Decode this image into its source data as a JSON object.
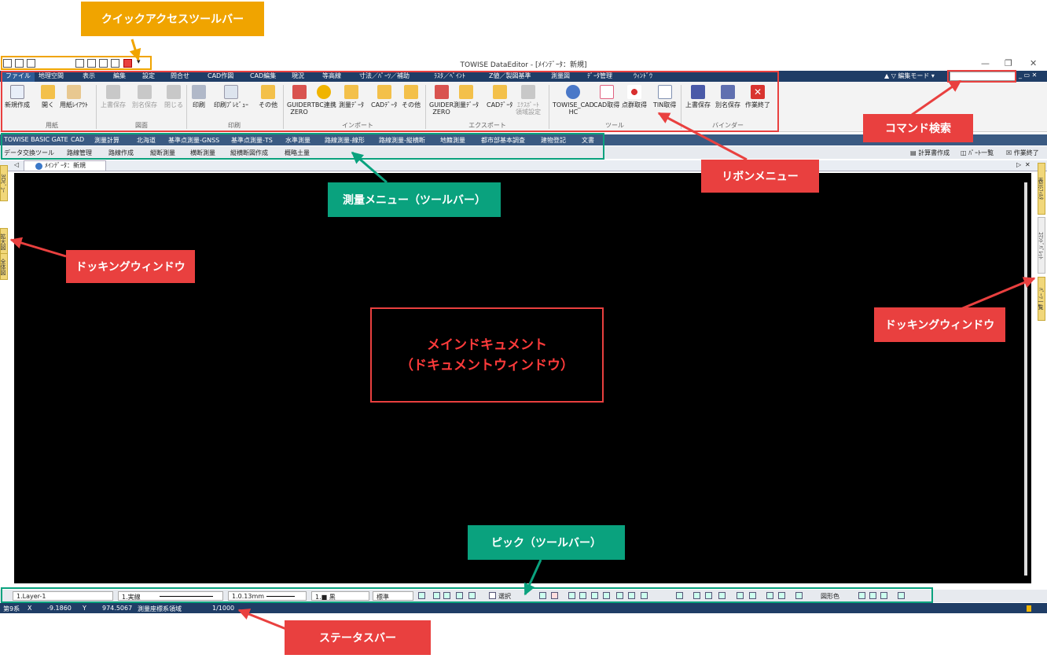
{
  "window": {
    "title": "TOWISE DataEditor - [ﾒｲﾝﾃﾞｰﾀ：新規]",
    "minimize": "—",
    "restore": "❐",
    "close": "✕"
  },
  "menu_tabs": [
    "ファイル",
    "地理空間",
    "表示",
    "編集",
    "設定",
    "問合せ",
    "CAD作図",
    "CAD編集",
    "現況",
    "等高線",
    "寸法／ﾊﾟｰﾂ／補助",
    "ﾗｽﾀ／ﾍﾟｲﾝﾄ",
    "Z値／製図基準",
    "測量図",
    "ﾃﾞｰﾀ管理",
    "ｳｨﾝﾄﾞｳ"
  ],
  "edit_mode": "▲  ▽  編集モード ▾",
  "ribbon": {
    "buttons": [
      {
        "label": "新規作成",
        "color": "#e8eef8",
        "disabled": false
      },
      {
        "label": "開く",
        "color": "#f3c04a",
        "disabled": false
      },
      {
        "label": "用紙ﾚｲｱｳﾄ",
        "color": "#e8c890",
        "disabled": false
      },
      {
        "label": "上書保存",
        "color": "#c8c8c8",
        "disabled": true
      },
      {
        "label": "別名保存",
        "color": "#c8c8c8",
        "disabled": true
      },
      {
        "label": "閉じる",
        "color": "#c8c8c8",
        "disabled": true
      },
      {
        "label": "印刷",
        "color": "#b0b8c8",
        "disabled": false
      },
      {
        "label": "印刷ﾌﾟﾚﾋﾞｭｰ",
        "color": "#dde4ee",
        "disabled": false
      },
      {
        "label": "その他",
        "color": "#f3c04a",
        "disabled": false
      },
      {
        "label": "GUIDER\nZERO",
        "color": "#d9534f",
        "disabled": false
      },
      {
        "label": "TBC連携",
        "color": "#f0b400",
        "disabled": false
      },
      {
        "label": "測量ﾃﾞｰﾀ",
        "color": "#f3c04a",
        "disabled": false
      },
      {
        "label": "CADﾃﾞｰﾀ",
        "color": "#f3c04a",
        "disabled": false
      },
      {
        "label": "その他",
        "color": "#f3c04a",
        "disabled": false
      },
      {
        "label": "GUIDER\nZERO",
        "color": "#d9534f",
        "disabled": false
      },
      {
        "label": "測量ﾃﾞｰﾀ",
        "color": "#f3c04a",
        "disabled": false
      },
      {
        "label": "CADﾃﾞｰﾀ",
        "color": "#f3c04a",
        "disabled": false
      },
      {
        "label": "ｴｸｽﾎﾟｰﾄ\n領域設定",
        "color": "#c8c8c8",
        "disabled": true
      },
      {
        "label": "TOWISE_CAD\nHC",
        "color": "#4a78c8",
        "disabled": false
      },
      {
        "label": "CAD取得",
        "color": "#e06080",
        "disabled": false
      },
      {
        "label": "点群取得",
        "color": "#d93030",
        "disabled": false
      },
      {
        "label": "TIN取得",
        "color": "#8090b0",
        "disabled": false
      },
      {
        "label": "上書保存",
        "color": "#4a5aa8",
        "disabled": false
      },
      {
        "label": "別名保存",
        "color": "#6070b0",
        "disabled": false
      },
      {
        "label": "作業終了",
        "color": "#d9342f",
        "disabled": false
      }
    ],
    "groups": [
      "用紙",
      "図面",
      "印刷",
      "インポート",
      "エクスポート",
      "ツール",
      "バインダー"
    ]
  },
  "survey_menu": {
    "row1": [
      "TOWISE BASIC GATE",
      "CAD",
      "測量計算",
      "北海道",
      "基準点測量-GNSS",
      "基準点測量-TS",
      "水準測量",
      "路線測量-線形",
      "路線測量-縦横断",
      "地籍測量",
      "都市部基本調査",
      "建物登記",
      "文書"
    ],
    "row2": [
      "データ交換ツール",
      "路線管理",
      "路線作成",
      "縦断測量",
      "横断測量",
      "縦横断図作成",
      "概略土量"
    ],
    "right_items": [
      "計算書作成",
      "ﾊﾟｰﾄ一覧",
      "作業終了"
    ]
  },
  "document_tab": "ﾒｲﾝﾃﾞｰﾀ：新規",
  "left_dock": [
    "3Dﾋﾞｭｰ",
    "拡大図",
    "全体図"
  ],
  "right_dock": [
    "表示ﾌｨﾙﾀ",
    "ｺﾏﾝﾄﾞﾊﾟﾚｯﾄ",
    "ﾊﾟｰﾂ一覧"
  ],
  "pick_toolbar": {
    "layer": "1.Layer-1",
    "linetype": "1.実線",
    "linewidth": "1.0.13mm",
    "color": "1.■ 黒",
    "style": "標準",
    "select": "選択",
    "shape_color": "図形色"
  },
  "status_bar": {
    "system": "第9系",
    "x_label": "X",
    "x_value": "-9.1860",
    "y_label": "Y",
    "y_value": "974.5067",
    "mode": "測量座標系領域",
    "scale": "1/1000"
  },
  "annotations": {
    "qat": "クイックアクセスツールバー",
    "command_search": "コマンド検索",
    "ribbon_menu": "リボンメニュー",
    "survey_toolbar": "測量メニュー（ツールバー）",
    "docking_left": "ドッキングウィンドウ",
    "docking_right": "ドッキングウィンドウ",
    "main_doc_line1": "メインドキュメント",
    "main_doc_line2": "（ドキュメントウィンドウ）",
    "pick_toolbar": "ピック（ツールバー）",
    "status_bar": "ステータスバー"
  },
  "colors": {
    "annotation_red": "#e9403f",
    "annotation_orange": "#f0a400",
    "annotation_green": "#0aa27e",
    "menubar": "#1f3d66",
    "canvas": "#000000"
  }
}
